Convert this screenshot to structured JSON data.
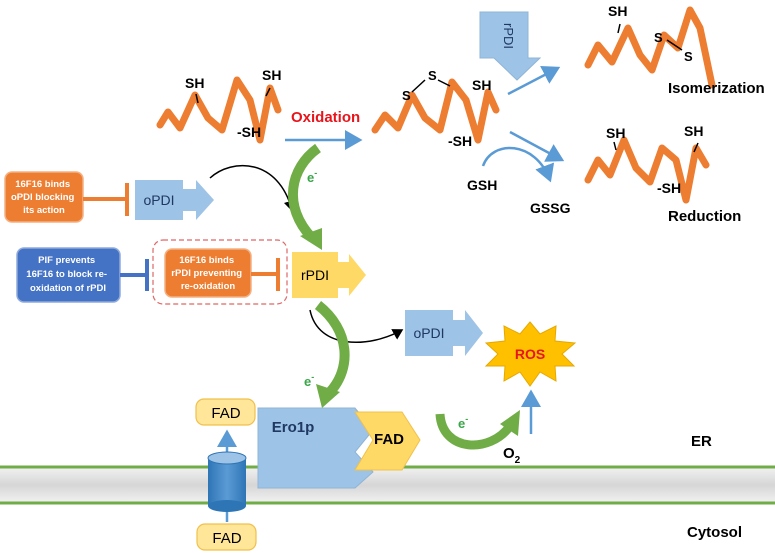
{
  "peptides": {
    "start": {
      "sh_top_left": "SH",
      "sh_top_right": "SH",
      "sh_bottom": "-SH"
    },
    "oxidized": {
      "s_left": "S",
      "s_right": "S",
      "sh_top": "SH",
      "sh_bottom": "-SH"
    },
    "isomerized": {
      "sh_top": "SH",
      "s_upper": "S",
      "s_lower": "S"
    },
    "reduced": {
      "sh_top_left": "SH",
      "sh_top_right": "SH",
      "sh_bottom": "-SH"
    }
  },
  "labels": {
    "oxidation": "Oxidation",
    "isomerization": "Isomerization",
    "reduction": "Reduction",
    "gsh": "GSH",
    "gssg": "GSSG",
    "electron": "e",
    "electron_sup": "-",
    "ros": "ROS",
    "o2": "O",
    "o2_sub": "2",
    "er": "ER",
    "cytosol": "Cytosol"
  },
  "boxes": {
    "rpdi_top": "rPDI",
    "opdi_mid": "oPDI",
    "rpdi_mid": "rPDI",
    "opdi_low": "oPDI",
    "ero1p": "Ero1p",
    "fad_ero": "FAD",
    "fad_top": "FAD",
    "fad_bottom": "FAD"
  },
  "notes": {
    "binds_opdi": [
      "16F16 binds",
      "oPDI blocking",
      "its action"
    ],
    "binds_rpdi": [
      "16F16 binds",
      "rPDI preventing",
      "re-oxidation"
    ],
    "pif": [
      "PIF prevents",
      "16F16 to block re-",
      "oxidation of rPDI"
    ]
  },
  "colors": {
    "peptide": "#ed7d31",
    "oxidation_text": "#e8141b",
    "electron_text": "#3aa64a",
    "pdi_box": "#9dc3e6",
    "pdi_arrow": "#9dc3e6",
    "rpdi_box": "#ffd966",
    "ero_box": "#9dc3e6",
    "fad_box": "#ffe699",
    "note_orange": "#ed7d31",
    "note_blue": "#4472c4",
    "membrane_green": "#70ad47",
    "arrow_blue": "#5b9bd5",
    "arrow_green": "#70ad47",
    "ros_burst": "#ffc000",
    "ros_text": "#e8141b"
  }
}
